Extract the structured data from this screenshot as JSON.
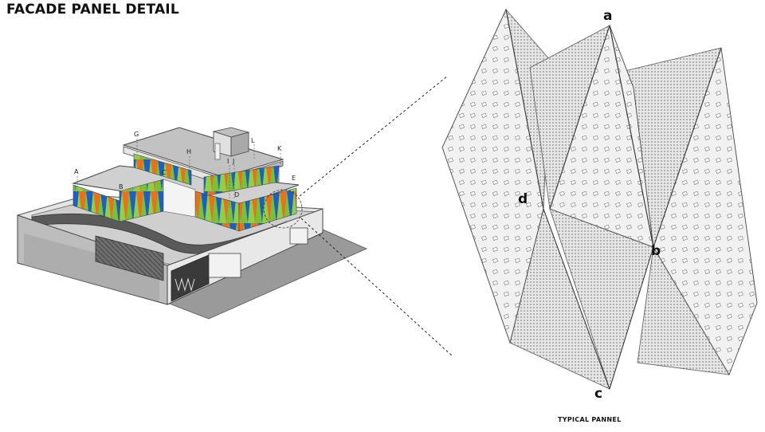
{
  "title": "FACADE PANEL DETAIL",
  "caption": "TYPICAL PANNEL",
  "grid_letters": [
    "A",
    "B",
    "C",
    "D",
    "E",
    "G",
    "H",
    "I",
    "J",
    "K",
    "L"
  ],
  "panel_points": [
    "a",
    "b",
    "c",
    "d"
  ],
  "colors": {
    "fin_blue": "#1f5fbf",
    "fin_orange": "#e8701e",
    "fin_green": "#7ac13a",
    "roof_gray": "#c8c8c8",
    "base_gray": "#8a8a8a"
  }
}
